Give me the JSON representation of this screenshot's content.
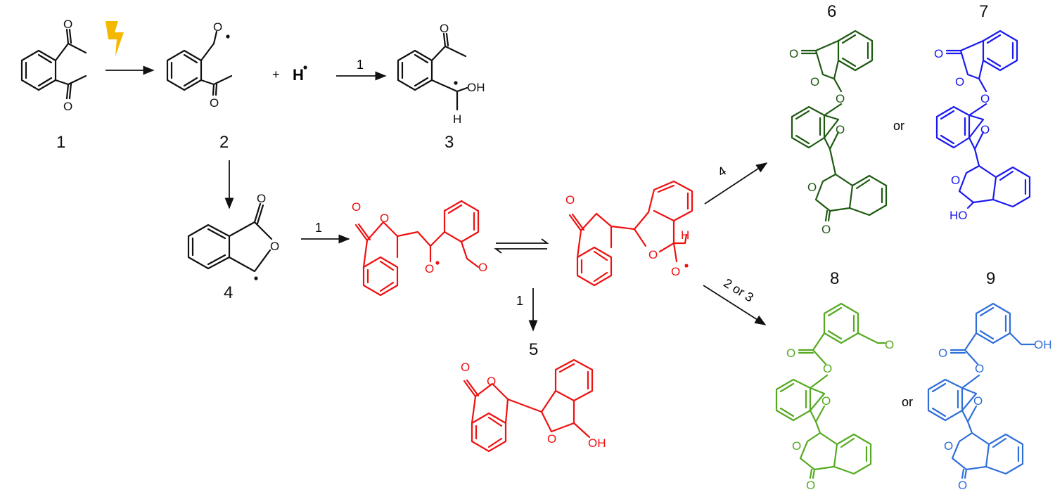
{
  "compounds": {
    "c1": {
      "number": "1"
    },
    "c2": {
      "number": "2"
    },
    "c3": {
      "number": "3"
    },
    "c4": {
      "number": "4"
    },
    "c5": {
      "number": "5"
    },
    "c6": {
      "number": "6"
    },
    "c7": {
      "number": "7"
    },
    "c8": {
      "number": "8"
    },
    "c9": {
      "number": "9"
    }
  },
  "atoms": {
    "O": "O",
    "OH": "OH",
    "HO": "HO",
    "H": "H",
    "H_radical": "H",
    "plus": "+"
  },
  "arrow_labels": {
    "h_abstraction": "1",
    "lactone_to_dimer": "1",
    "dimer_to_5": "1",
    "to_6_7": "4",
    "to_8_9": "2 or 3"
  },
  "alternatives": {
    "or_top": "or",
    "or_bottom": "or"
  },
  "colors": {
    "black": "#111111",
    "red": "#ee1111",
    "dark_green": "#1e5a12",
    "blue": "#1a1aee",
    "light_green": "#55aa22",
    "steel_blue": "#2f6fd8",
    "lightning": "#f5b800"
  },
  "icons": {
    "irradiation": "lightning-icon"
  }
}
